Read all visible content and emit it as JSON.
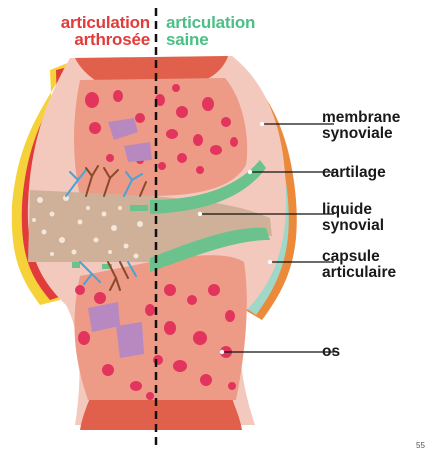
{
  "headers": {
    "left": {
      "line1": "articulation",
      "line2": "arthrosée",
      "color": "#e23b3b"
    },
    "right": {
      "line1": "articulation",
      "line2": "saine",
      "color": "#4cbf86"
    }
  },
  "labels": [
    {
      "name": "membrane",
      "line1": "membrane",
      "line2": "synoviale"
    },
    {
      "name": "cartilage",
      "line1": "cartilage",
      "line2": ""
    },
    {
      "name": "liquide",
      "line1": "liquide",
      "line2": "synovial"
    },
    {
      "name": "capsule",
      "line1": "capsule",
      "line2": "articulaire"
    },
    {
      "name": "os",
      "line1": "os",
      "line2": ""
    }
  ],
  "corner_mark": "55",
  "colors": {
    "bone_outer": "#f4c9bd",
    "bone_inner": "#ed9b86",
    "marrow_dot": "#e2345c",
    "cyst": "#b889c0",
    "cartilage": "#6bc28d",
    "synovial_fluid": "#cfb19a",
    "membrane": "#9fd7c9",
    "capsule_right": "#ea8a3a",
    "capsule_left_yellow": "#f6d23a",
    "capsule_left_red": "#e23b3b",
    "cap_red": "#e0604b",
    "vessel": "#4aa3d8",
    "nerve": "#8a4a2a"
  }
}
